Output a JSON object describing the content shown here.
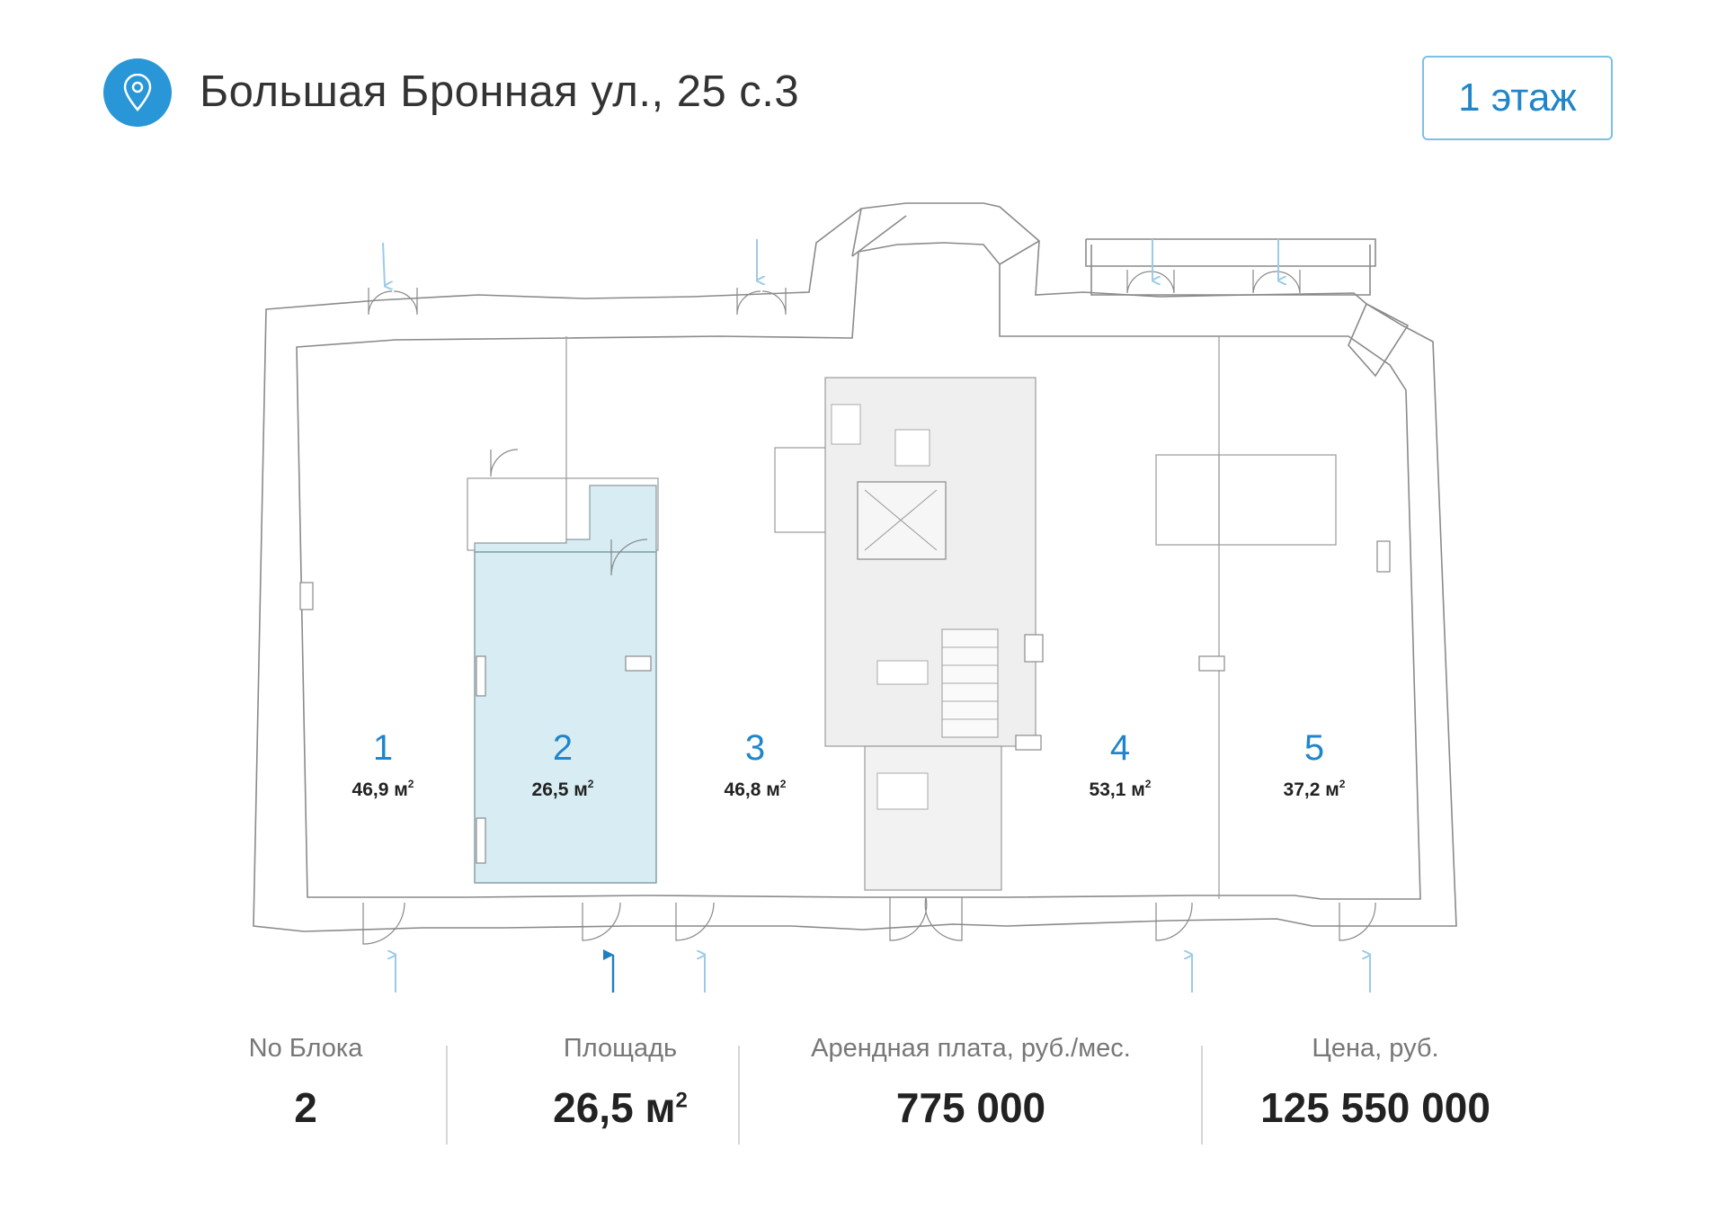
{
  "header": {
    "address": "Большая Бронная ул., 25 с.3",
    "floor_label": "1 этаж",
    "pin_icon": "location-pin-icon"
  },
  "colors": {
    "accent": "#2996d8",
    "selected_fill": "#d8edf3",
    "wall": "#8a8a8a",
    "arrow": "#9ccbe8"
  },
  "plan": {
    "selected_block": "2",
    "blocks": [
      {
        "number": "1",
        "area": "46,9 м",
        "unit_sup": "2"
      },
      {
        "number": "2",
        "area": "26,5 м",
        "unit_sup": "2"
      },
      {
        "number": "3",
        "area": "46,8 м",
        "unit_sup": "2"
      },
      {
        "number": "4",
        "area": "53,1 м",
        "unit_sup": "2"
      },
      {
        "number": "5",
        "area": "37,2 м",
        "unit_sup": "2"
      }
    ]
  },
  "stats": {
    "block": {
      "label": "No Блока",
      "value": "2"
    },
    "area": {
      "label": "Площадь",
      "value": "26,5 м",
      "unit_sup": "2"
    },
    "rent": {
      "label": "Арендная плата, руб./мес.",
      "value": "775 000"
    },
    "price": {
      "label": "Цена, руб.",
      "value": "125 550 000"
    }
  }
}
